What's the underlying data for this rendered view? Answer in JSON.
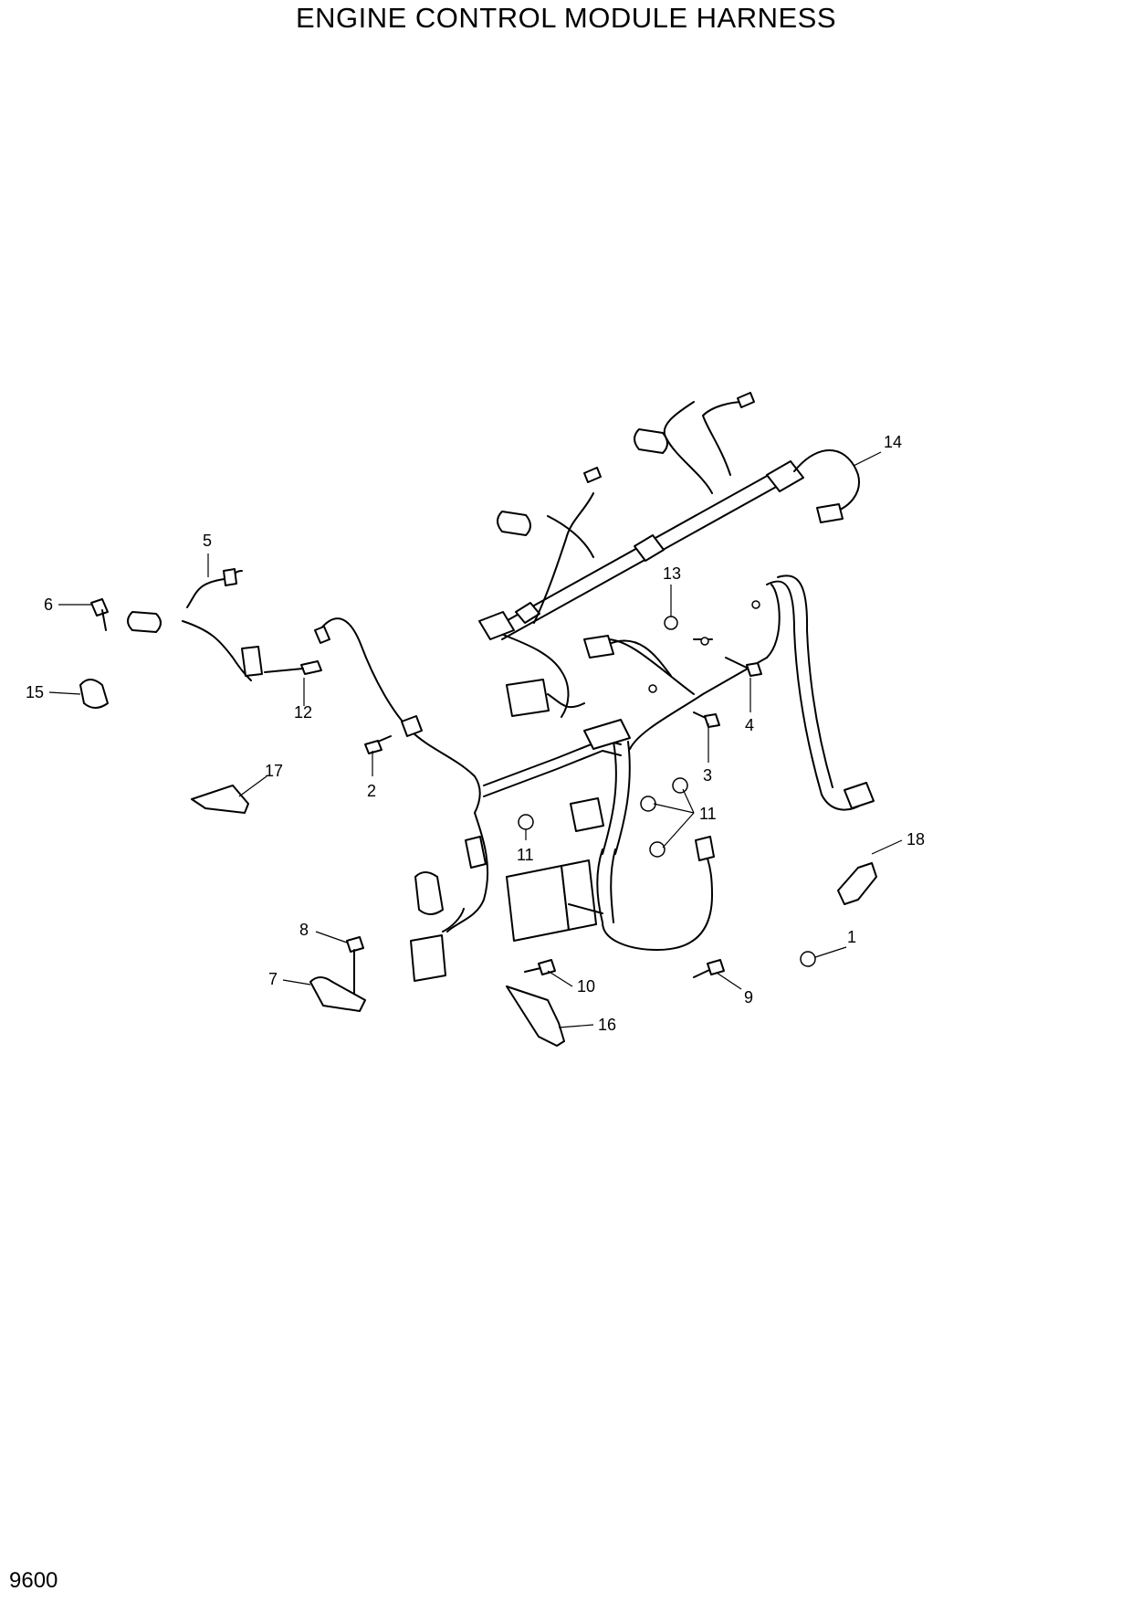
{
  "title": "ENGINE CONTROL MODULE HARNESS",
  "page_code": "9600",
  "callouts": {
    "c1": "1",
    "c2": "2",
    "c3": "3",
    "c4": "4",
    "c5": "5",
    "c6": "6",
    "c7": "7",
    "c8": "8",
    "c9": "9",
    "c10": "10",
    "c11a": "11",
    "c11b": "11",
    "c12": "12",
    "c13": "13",
    "c14": "14",
    "c15": "15",
    "c16": "16",
    "c17": "17",
    "c18": "18"
  }
}
